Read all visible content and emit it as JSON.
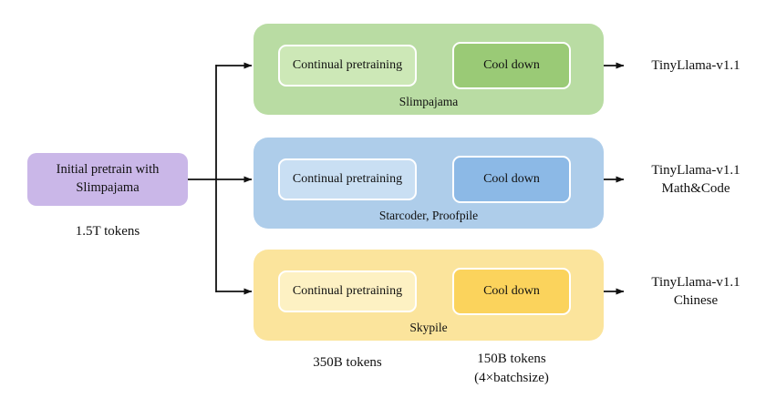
{
  "initial": {
    "label": "Initial pretrain with Slimpajama",
    "tokens": "1.5T tokens",
    "color": "#cab7e8"
  },
  "branches": [
    {
      "dataset": "Slimpajama",
      "pretrain_label": "Continual pretraining",
      "cooldown_label": "Cool down",
      "output_line1": "TinyLlama-v1.1",
      "output_line2": "",
      "colors": {
        "container": "#b9dca3",
        "pretrain": "#cde8b7",
        "cooldown": "#9aca76"
      }
    },
    {
      "dataset": "Starcoder, Proofpile",
      "pretrain_label": "Continual pretraining",
      "cooldown_label": "Cool down",
      "output_line1": "TinyLlama-v1.1",
      "output_line2": "Math&Code",
      "colors": {
        "container": "#aecdea",
        "pretrain": "#c9dff3",
        "cooldown": "#8cb9e6"
      }
    },
    {
      "dataset": "Skypile",
      "pretrain_label": "Continual pretraining",
      "cooldown_label": "Cool down",
      "output_line1": "TinyLlama-v1.1",
      "output_line2": "Chinese",
      "colors": {
        "container": "#fbe49c",
        "pretrain": "#fdf1c3",
        "cooldown": "#fbd35c"
      }
    }
  ],
  "annotations": {
    "pretrain_tokens": "350B tokens",
    "cooldown_tokens_line1": "150B tokens",
    "cooldown_tokens_line2": "(4×batchsize)"
  },
  "arrow_color": "#111111"
}
